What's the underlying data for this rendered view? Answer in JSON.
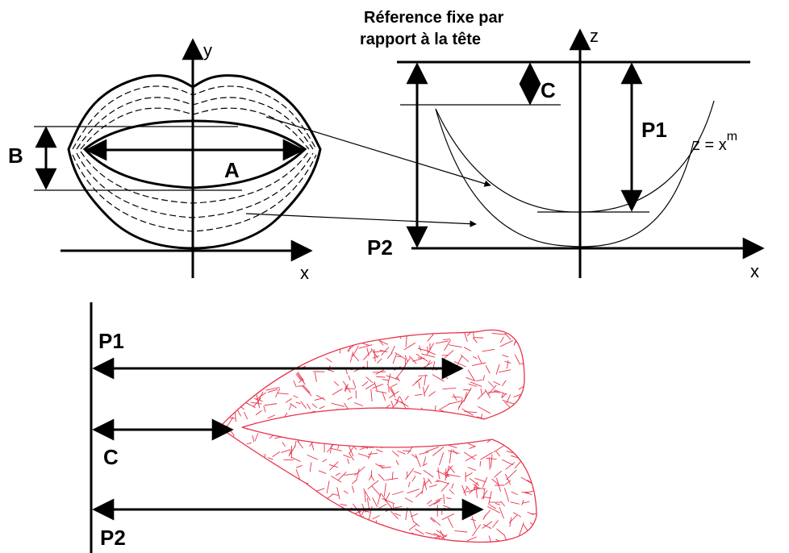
{
  "front_view": {
    "axis_y": "y",
    "axis_x": "x",
    "label_A": "A",
    "label_B": "B"
  },
  "profile_view": {
    "reference_line1": "Réference fixe par",
    "reference_line2": "rapport à la tête",
    "axis_z": "z",
    "axis_x": "x",
    "label_C": "C",
    "label_P1": "P1",
    "label_P2": "P2",
    "equation_base": "z = x",
    "equation_exp": "m"
  },
  "side_mesh": {
    "label_P1": "P1",
    "label_C": "C",
    "label_P2": "P2",
    "mesh_color": "#e8324a"
  }
}
